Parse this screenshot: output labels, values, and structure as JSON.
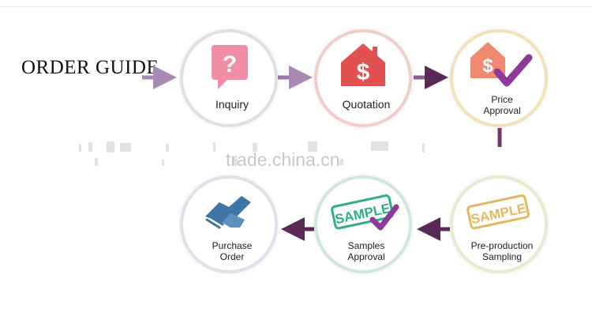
{
  "title": "ORDER GUIDE",
  "watermark": "trade.china.cn",
  "steps": [
    {
      "label": "Inquiry",
      "icon": "question-bubble-icon"
    },
    {
      "label": "Quotation",
      "icon": "house-dollar-icon"
    },
    {
      "label_line1": "Price",
      "label_line2": "Approval",
      "icon": "house-dollar-check-icon"
    },
    {
      "label_line1": "Purchase",
      "label_line2": "Order",
      "icon": "handshake-icon"
    },
    {
      "label_line1": "Samples",
      "label_line2": "Approval",
      "icon": "sample-stamp-check-icon",
      "stamp_text": "SAMPLE"
    },
    {
      "label_line1": "Pre-production",
      "label_line2": "Sampling",
      "icon": "sample-stamp-icon",
      "stamp_text": "SAMPLE"
    }
  ],
  "colors": {
    "arrow_light": "#a889b4",
    "arrow_dark": "#5a2a57",
    "question_pink": "#f08ea6",
    "house_red": "#e2504f",
    "house_peach": "#ef8a71",
    "check_purple": "#8e3a98",
    "hand_blue": "#3f74a6",
    "stamp_green": "#2fae86",
    "stamp_gold": "#e6b85e"
  }
}
